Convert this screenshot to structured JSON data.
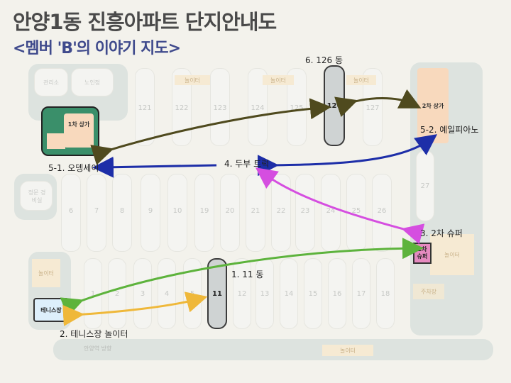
{
  "title": "안양1동 진흥아파트 단지안내도",
  "subtitle": "<멤버 'B'의 이야기 지도>",
  "buildings": {
    "top_row": [
      "121",
      "122",
      "123",
      "124",
      "125",
      "126",
      "127"
    ],
    "middle_row": [
      "6",
      "7",
      "8",
      "9",
      "10",
      "19",
      "20",
      "21",
      "22",
      "23",
      "24",
      "25",
      "26"
    ],
    "bottom_row": [
      "1",
      "2",
      "3",
      "4",
      "5",
      "11",
      "12",
      "13",
      "14",
      "15",
      "16",
      "17",
      "18"
    ],
    "right_col": "27"
  },
  "facilities": {
    "management": "관리소",
    "senior_center": "노인정",
    "playground": "놀이터",
    "gate_guard": "정문 경비실",
    "store1": "1차 상가",
    "store2": "2차 상가",
    "super2": "2차 슈퍼",
    "tennis": "테니스장",
    "walkway": "안양역 방향",
    "parking": "주차장"
  },
  "annotations": {
    "a1": "1. 11 동",
    "a2": "2. 테니스장 놀이터",
    "a3": "3. 2차 슈퍼",
    "a4": "4. 두부 트럭",
    "a5_1": "5-1. 오뎅세이",
    "a5_2": "5-2. 예일피아노",
    "a6": "6. 126 동"
  },
  "colors": {
    "route_olive": "#4f4a1e",
    "route_green": "#5db33c",
    "route_yellow": "#efb83a",
    "route_blue": "#1d2ea8",
    "route_magenta": "#d54ee0",
    "ground": "#dde3df"
  }
}
